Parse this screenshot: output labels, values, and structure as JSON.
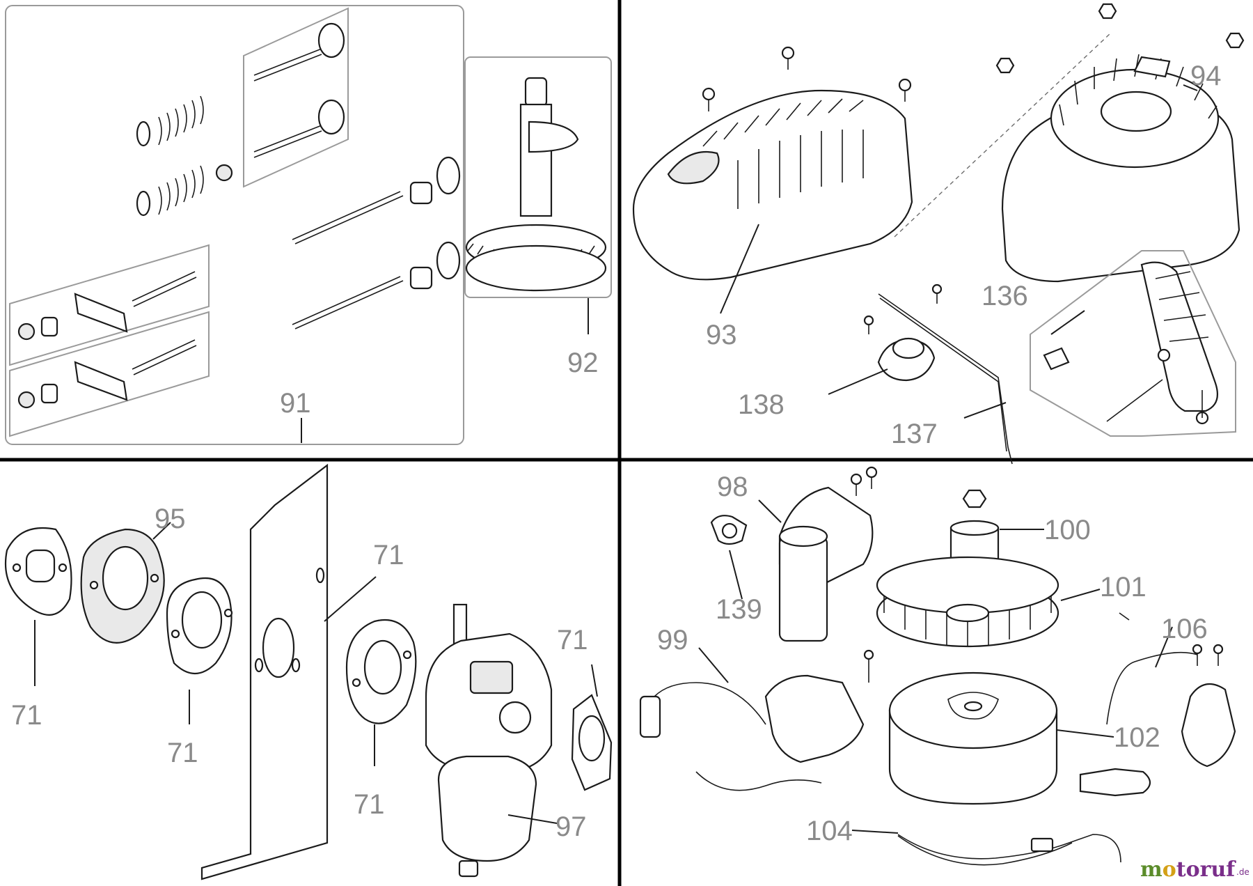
{
  "diagram": {
    "labels": {
      "l71a": "71",
      "l71b": "71",
      "l71c": "71",
      "l71d": "71",
      "l71e": "71",
      "l91": "91",
      "l92": "92",
      "l93": "93",
      "l94": "94",
      "l95": "95",
      "l97": "97",
      "l98": "98",
      "l99": "99",
      "l100": "100",
      "l101": "101",
      "l102": "102",
      "l104": "104",
      "l106": "106",
      "l136": "136",
      "l137": "137",
      "l138": "138",
      "l139": "139"
    }
  },
  "watermark": {
    "brand": "motoruf",
    "tld": ".de",
    "colors": {
      "m": "#5b8c2a",
      "o": "#d4a017",
      "rest": "#7a2e8a"
    }
  }
}
